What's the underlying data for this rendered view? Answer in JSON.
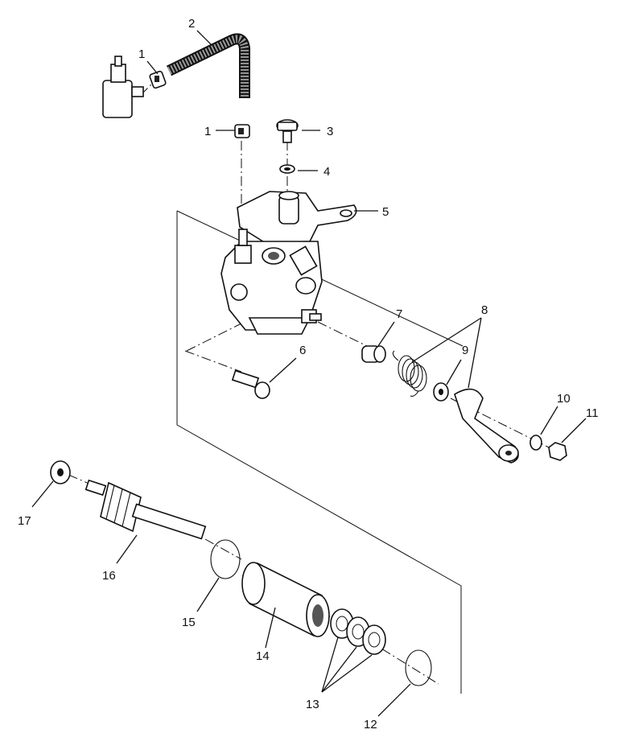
{
  "callouts": [
    {
      "id": "c1a",
      "label": "1"
    },
    {
      "id": "c1b",
      "label": "1"
    },
    {
      "id": "c2",
      "label": "2"
    },
    {
      "id": "c3",
      "label": "3"
    },
    {
      "id": "c4",
      "label": "4"
    },
    {
      "id": "c5",
      "label": "5"
    },
    {
      "id": "c6",
      "label": "6"
    },
    {
      "id": "c7",
      "label": "7"
    },
    {
      "id": "c8",
      "label": "8"
    },
    {
      "id": "c9",
      "label": "9"
    },
    {
      "id": "c10",
      "label": "10"
    },
    {
      "id": "c11",
      "label": "11"
    },
    {
      "id": "c12",
      "label": "12"
    },
    {
      "id": "c13",
      "label": "13"
    },
    {
      "id": "c14",
      "label": "14"
    },
    {
      "id": "c15",
      "label": "15"
    },
    {
      "id": "c16",
      "label": "16"
    },
    {
      "id": "c17",
      "label": "17"
    }
  ]
}
